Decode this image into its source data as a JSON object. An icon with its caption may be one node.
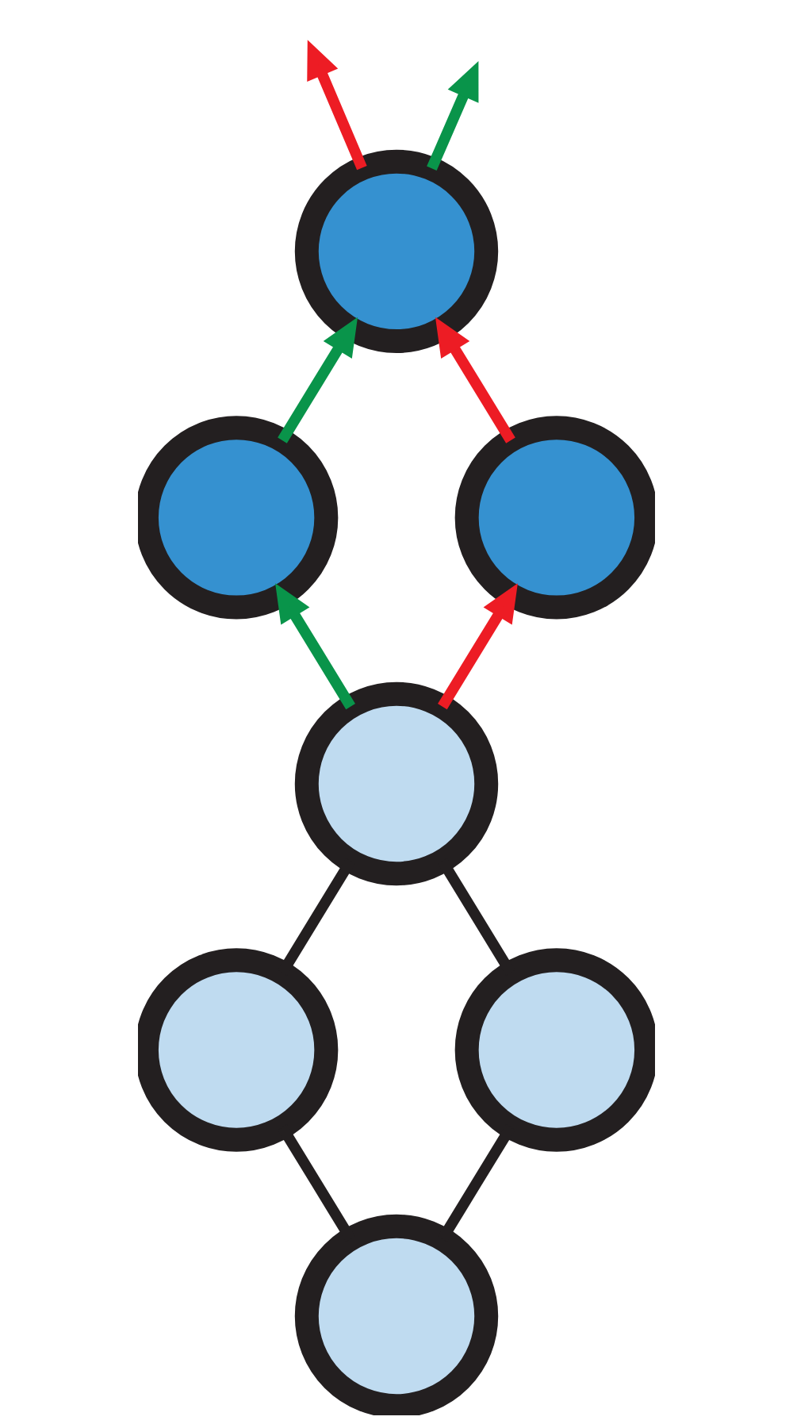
{
  "diagram": {
    "nodes": [
      {
        "text": [],
        "shape": "circle"
      },
      {
        "text": [],
        "shape": "circle"
      },
      {
        "text": [],
        "shape": "circle"
      },
      {
        "text": [],
        "shape": "circle"
      },
      {
        "text": [],
        "shape": "circle"
      },
      {
        "text": [],
        "shape": "circle"
      },
      {
        "text": [],
        "shape": "circle"
      }
    ],
    "edges": [
      {
        "from": 0,
        "to": null,
        "arrow": "to",
        "color": "#ed1c24"
      },
      {
        "from": 0,
        "to": null,
        "arrow": "to",
        "color": "#09944a"
      },
      {
        "from": 1,
        "to": 0,
        "arrow": "to",
        "color": "#09944a"
      },
      {
        "from": 2,
        "to": 0,
        "arrow": "to",
        "color": "#ed1c24"
      },
      {
        "from": 3,
        "to": 1,
        "arrow": "to",
        "color": "#09944a"
      },
      {
        "from": 3,
        "to": 2,
        "arrow": "to",
        "color": "#ed1c24"
      },
      {
        "from": 4,
        "to": 3,
        "arrow": "none"
      },
      {
        "from": 5,
        "to": 3,
        "arrow": "none"
      },
      {
        "from": 6,
        "to": 4,
        "arrow": "none"
      },
      {
        "from": 6,
        "to": 5,
        "arrow": "none"
      }
    ]
  }
}
